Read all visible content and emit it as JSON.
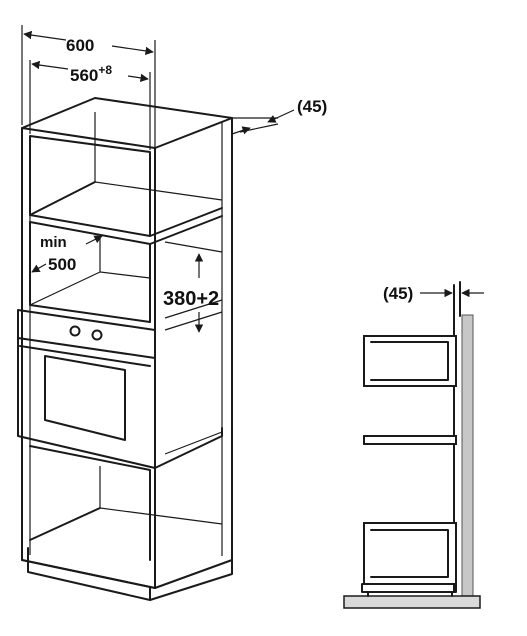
{
  "diagram": {
    "cabinet_view": {
      "dim_width": "600",
      "dim_inner_width": "560",
      "dim_inner_width_tol": "+8",
      "dim_back_gap": "(45)",
      "dim_min_label": "min",
      "dim_min_value": "500",
      "dim_height": "380+2"
    },
    "side_view": {
      "dim_back_gap": "(45)"
    }
  }
}
